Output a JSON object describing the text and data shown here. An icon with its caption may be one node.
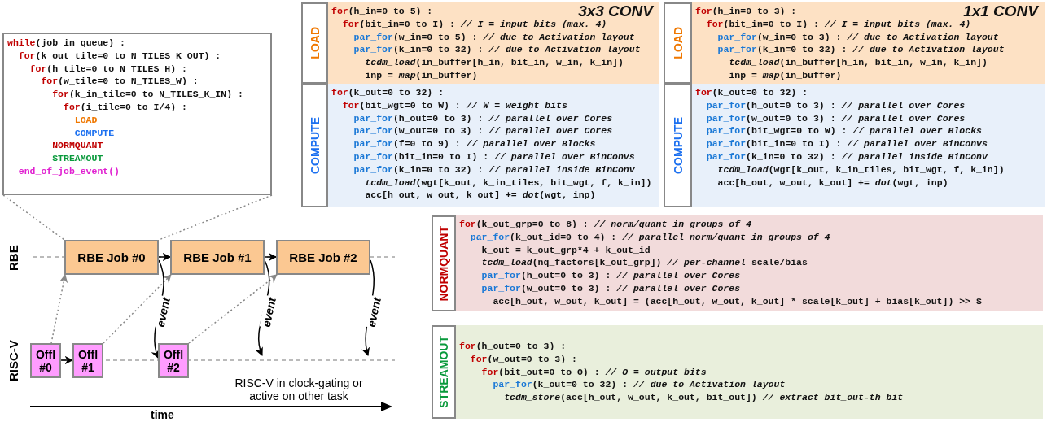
{
  "diagram": {
    "nodes": [
      {
        "text": [
          "while(job_in_queue) :",
          "for(k_out_tile=0 to N_TILES_K_OUT) :",
          "for(h_tile=0 to N_TILES_H) :",
          "for(w_tile=0 to N_TILES_W) :",
          "for(k_in_tile=0 to N_TILES_K_IN) :",
          "for(i_tile=0 to I/4) :",
          "LOAD",
          "COMPUTE",
          "NORMQUANT",
          "STREAMOUT",
          "end_of_job_event()"
        ]
      },
      {
        "text": [
          "LOAD"
        ]
      },
      {
        "text": [
          "3x3 CONV",
          "for(h_in=0 to 5) :",
          "for(bit_in=0 to I) : *// I = input bits (max. 4)*",
          "par_for(w_in=0 to 5) : *// due to Activation layout*",
          "par_for(k_in=0 to 32) : *// due to Activation layout*",
          "*tcdm_load*(in_buffer[h_in, bit_in, w_in, k_in])",
          "inp = *map*(in_buffer)"
        ]
      },
      {
        "text": [
          "COMPUTE"
        ]
      },
      {
        "text": [
          "for(k_out=0 to 32) :",
          "for(bit_wgt=0 to W) : *// W = weight bits*",
          "par_for(h_out=0 to 3) : *// parallel over Cores*",
          "par_for(w_out=0 to 3) : *// parallel over Cores*",
          "par_for(f=0 to 9) : *// parallel over Blocks*",
          "par_for(bit_in=0 to I) : *// parallel over BinConvs*",
          "par_for(k_in=0 to 32) : *// parallel inside BinConv*",
          "*tcdm_load*(wgt[k_out, k_in_tiles, bit_wgt, f, k_in])",
          "acc[h_out, w_out, k_out] += *dot*(wgt, inp)"
        ]
      },
      {
        "text": [
          "LOAD"
        ]
      },
      {
        "text": [
          "1x1 CONV",
          "for(h_in=0 to 3) :",
          "for(bit_in=0 to I) : *// I = input bits (max. 4)*",
          "par_for(w_in=0 to 3) : *// due to Activation layout*",
          "par_for(k_in=0 to 32) : *// due to Activation layout*",
          "*tcdm_load*(in_buffer[h_in, bit_in, w_in, k_in])",
          "inp = *map*(in_buffer)"
        ]
      },
      {
        "text": [
          "COMPUTE"
        ]
      },
      {
        "text": [
          "for(k_out=0 to 32) :",
          "par_for(h_out=0 to 3) : *// parallel over Cores*",
          "par_for(w_out=0 to 3) : *// parallel over Cores*",
          "par_for(bit_wgt=0 to W) : *// parallel over Blocks*",
          "par_for(bit_in=0 to I) : *// parallel over BinConvs*",
          "par_for(k_in=0 to 32) : *// parallel inside BinConv*",
          "*tcdm_load*(wgt[k_out, k_in_tiles, bit_wgt, f, k_in])",
          "acc[h_out, w_out, k_out] += *dot*(wgt, inp)"
        ]
      },
      {
        "text": [
          "NORMQUANT"
        ]
      },
      {
        "text": [
          "for(k_out_grp=0 to 8) : *// norm/quant in groups of 4*",
          "par_for(k_out_id=0 to 4) : *// parallel norm/quant in groups of 4*",
          "k_out = k_out_grp*4 + k_out_id",
          "*tcdm_load*(nq_factors[k_out_grp]) *// per-channel* scale/bias",
          "par_for(h_out=0 to 3) : *// parallel over Cores*",
          "par_for(w_out=0 to 3) : *// parallel over Cores*",
          "acc[h_out, w_out, k_out] = (acc[h_out, w_out, k_out] * scale[k_out] + bias[k_out]) >> S"
        ]
      },
      {
        "text": [
          "STREAMOUT"
        ]
      },
      {
        "text": [
          "for(h_out=0 to 3) :",
          "for(w_out=0 to 3) :",
          "for(bit_out=0 to O) : *// O = output bits*",
          "par_for(k_out=0 to 32) : *// due to Activation layout*",
          "*tcdm_store*(acc[h_out, w_out, k_out, bit_out]) *// extract bit_out-th bit*"
        ]
      },
      {
        "text": [
          "RBE Job #0"
        ]
      },
      {
        "text": [
          "RBE Job #1"
        ]
      },
      {
        "text": [
          "RBE Job #2"
        ]
      },
      {
        "text": [
          "Offl #0"
        ]
      },
      {
        "text": [
          "Offl #1"
        ]
      },
      {
        "text": [
          "Offl #2"
        ]
      }
    ],
    "edges": [
      {
        "from": 13,
        "to": 14,
        "arrow": "to"
      },
      {
        "from": 14,
        "to": 15,
        "arrow": "to"
      },
      {
        "from": 16,
        "to": 17,
        "arrow": "to"
      },
      {
        "from": 16,
        "to": 13,
        "arrow": "to",
        "style": "dashed",
        "color": "#888888"
      },
      {
        "from": 17,
        "to": 14,
        "arrow": "to",
        "style": "dashed",
        "color": "#888888"
      },
      {
        "from": 18,
        "to": 15,
        "arrow": "to",
        "style": "dashed",
        "color": "#888888"
      },
      {
        "from": 13,
        "to": 18,
        "arrow": "to",
        "label": "event"
      },
      {
        "from": 14,
        "to": null,
        "arrow": "to",
        "label": "event"
      },
      {
        "from": 15,
        "to": null,
        "arrow": "to",
        "label": "event"
      },
      {
        "from": 0,
        "to": 13,
        "arrow": "none",
        "style": "dashed",
        "color": "#888888"
      },
      {
        "from": 0,
        "to": 13,
        "arrow": "none",
        "style": "dashed",
        "color": "#888888"
      }
    ],
    "labels": [
      "RBE",
      "RISC-V",
      "RISC-V in clock-gating or active on other task",
      "time"
    ]
  }
}
